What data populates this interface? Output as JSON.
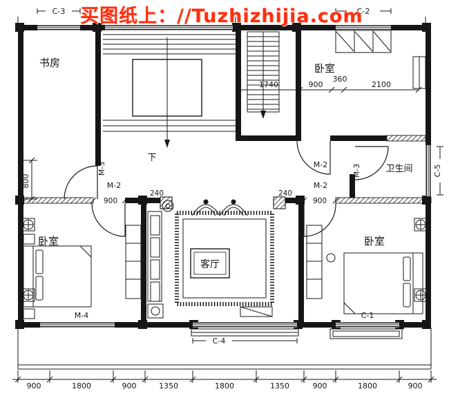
{
  "watermark": {
    "text": "买图纸上：//Tuzhizhijia.com",
    "color": "#ff2e10"
  },
  "rooms": {
    "study": "书房",
    "bedroom_top": "卧室",
    "bathroom": "卫生间",
    "bedroom_left": "卧室",
    "living": "客厅",
    "bedroom_right": "卧室",
    "stair_down": "下"
  },
  "codes": {
    "c3": "C-3",
    "c2": "C-2",
    "c5": "C-5",
    "c4": "C-4",
    "c1": "C-1",
    "m4": "M-4",
    "m3_left": "M-3",
    "m2_left": "M-2",
    "m2_right_top": "M-2",
    "m3_right": "M-3",
    "m2_right_bottom": "M-2"
  },
  "dims": {
    "upper": {
      "flight": "1740",
      "door": "900",
      "gap": "360",
      "bed": "2100"
    },
    "left_door": "800",
    "mid": {
      "left_door": "900",
      "left_stub": "240",
      "right_stub": "240",
      "right_door": "900"
    },
    "bottom_chain": [
      "900",
      "1800",
      "900",
      "1350",
      "1800",
      "1350",
      "900",
      "1800",
      "900"
    ]
  }
}
